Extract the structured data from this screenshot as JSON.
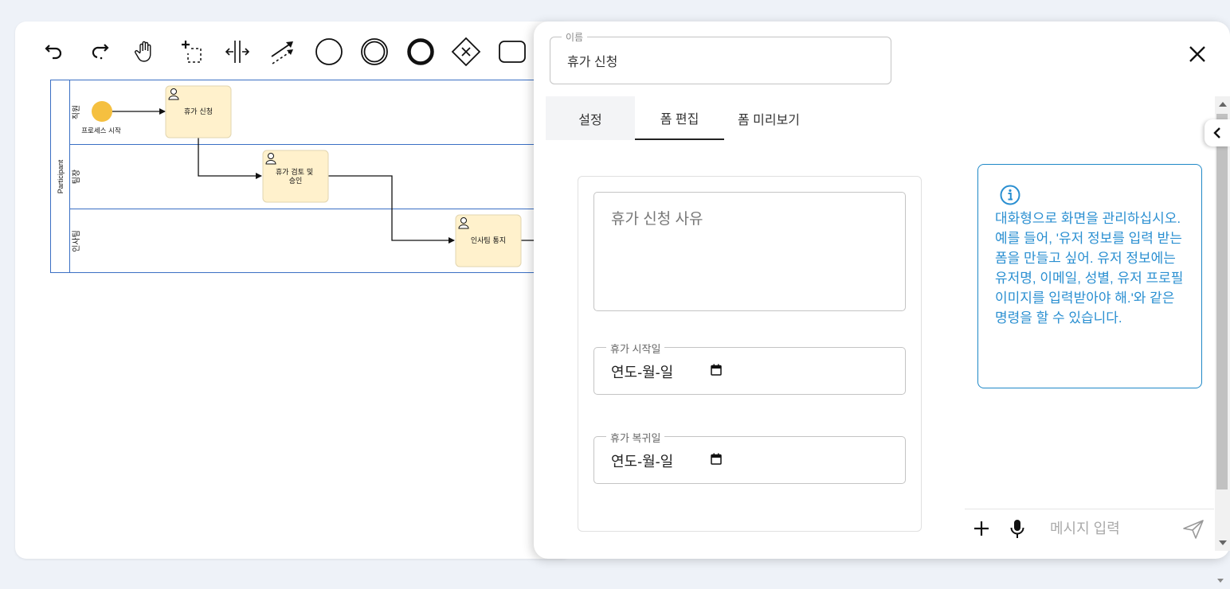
{
  "palette": {
    "tools": [
      {
        "name": "undo-icon"
      },
      {
        "name": "redo-icon"
      },
      {
        "name": "hand-tool-icon"
      },
      {
        "name": "lasso-tool-icon"
      },
      {
        "name": "space-tool-icon"
      },
      {
        "name": "global-connect-tool-icon"
      },
      {
        "name": "start-event-icon"
      },
      {
        "name": "intermediate-event-icon"
      },
      {
        "name": "end-event-icon"
      },
      {
        "name": "gateway-icon"
      },
      {
        "name": "task-icon"
      }
    ]
  },
  "diagram": {
    "pool": {
      "label": "Participant"
    },
    "lanes": [
      {
        "label": "직원"
      },
      {
        "label": "팀장"
      },
      {
        "label": "인사팀"
      }
    ],
    "start_event": {
      "label": "프로세스 시작",
      "color": "#f5c040"
    },
    "tasks": [
      {
        "label": "휴가 신청"
      },
      {
        "label": "휴가 검토 및\n승인"
      },
      {
        "label": "인사팀 통지"
      }
    ],
    "task_fill": "#fff1cc",
    "lane_border": "#3a6fc4"
  },
  "panel": {
    "name_field": {
      "legend": "이름",
      "value": "휴가 신청"
    },
    "tabs": [
      {
        "label": "설정"
      },
      {
        "label": "폼 편집"
      },
      {
        "label": "폼 미리보기"
      }
    ],
    "active_tab": "폼 편집",
    "form": {
      "reason_placeholder": "휴가 신청 사유",
      "start_date": {
        "legend": "휴가 시작일",
        "value": "연도-월-일"
      },
      "return_date": {
        "legend": "휴가 복귀일",
        "value": "연도-월-일"
      }
    },
    "info": {
      "text": "대화형으로 화면을 관리하십시오.\n예를 들어, '유저 정보를 입력 받는 폼을 만들고 싶어. 유저 정보에는 유저명, 이메일, 성별, 유저 프로필 이미지를 입력받아야 해.'와 같은 명령을 할 수 있습니다.",
      "color": "#2a8fd1"
    },
    "chat": {
      "placeholder": "메시지 입력"
    }
  }
}
